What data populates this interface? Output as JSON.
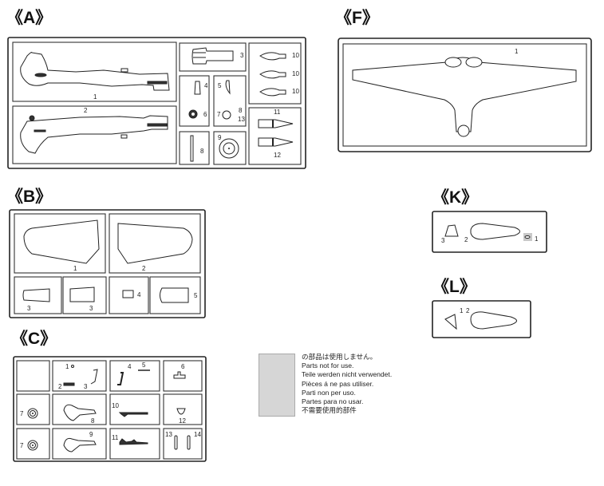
{
  "sections": {
    "A": {
      "title": "《A》",
      "labels": [
        "1",
        "2",
        "3",
        "4",
        "5",
        "6",
        "7",
        "8",
        "13",
        "8",
        "9",
        "10",
        "10",
        "10",
        "11",
        "12"
      ]
    },
    "F": {
      "title": "《F》",
      "labels": [
        "1"
      ]
    },
    "B": {
      "title": "《B》",
      "labels": [
        "1",
        "2",
        "3",
        "3",
        "4",
        "5"
      ]
    },
    "C": {
      "title": "《C》",
      "labels": [
        "1",
        "2",
        "3",
        "4",
        "5",
        "6",
        "7",
        "8",
        "10",
        "12",
        "7",
        "9",
        "11",
        "13",
        "14"
      ]
    },
    "K": {
      "title": "《K》",
      "labels": [
        "3",
        "2",
        "1"
      ]
    },
    "L": {
      "title": "《L》",
      "labels": [
        "1",
        "2"
      ]
    }
  },
  "legend": {
    "swatch_color": "#d6d6d6",
    "lines": [
      "の部品は使用しません。",
      "Parts not for use.",
      "Teile werden nicht verwendet.",
      "Pièces á ne pas utiliser.",
      "Parti non per uso.",
      "Partes para no usar.",
      "不需要使用的部件"
    ]
  }
}
